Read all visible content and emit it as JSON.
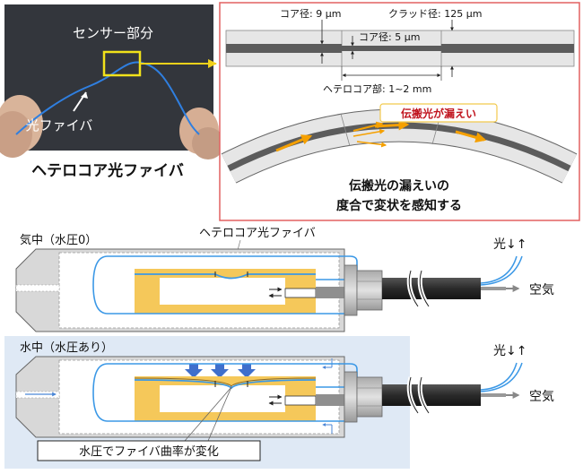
{
  "photo": {
    "sensor_label": "センサー部分",
    "fiber_label": "光ファイバ",
    "caption": "ヘテロコア光ファイバ"
  },
  "fiber_detail": {
    "core_diameter": "コア径: 9 µm",
    "cladding_diameter": "クラッド径: 125 µm",
    "hetero_core_diameter": "コア径: 5 µm",
    "hetero_core_length": "ヘテロコア部: 1~2 mm",
    "leak_label": "伝搬光が漏えい",
    "principle_line1": "伝搬光の漏えいの",
    "principle_line2": "度合で変状を感知する"
  },
  "air_sensor": {
    "title": "気中（水圧0）",
    "fiber_label": "ヘテロコア光ファイバ",
    "light_label": "光↓↑",
    "air_label": "空気"
  },
  "water_sensor": {
    "title": "水中（水圧あり）",
    "light_label": "光↓↑",
    "air_label": "空気",
    "curvature_label": "水圧でファイバ曲率が変化"
  },
  "colors": {
    "fiber_blue": "#1e90e6",
    "frame_yellow": "#f5c85a",
    "water_bg": "#dfe9f5",
    "leak_orange": "#f5a000",
    "panel_border": "#e26060",
    "pressure_arrow": "#3f6fcc"
  }
}
